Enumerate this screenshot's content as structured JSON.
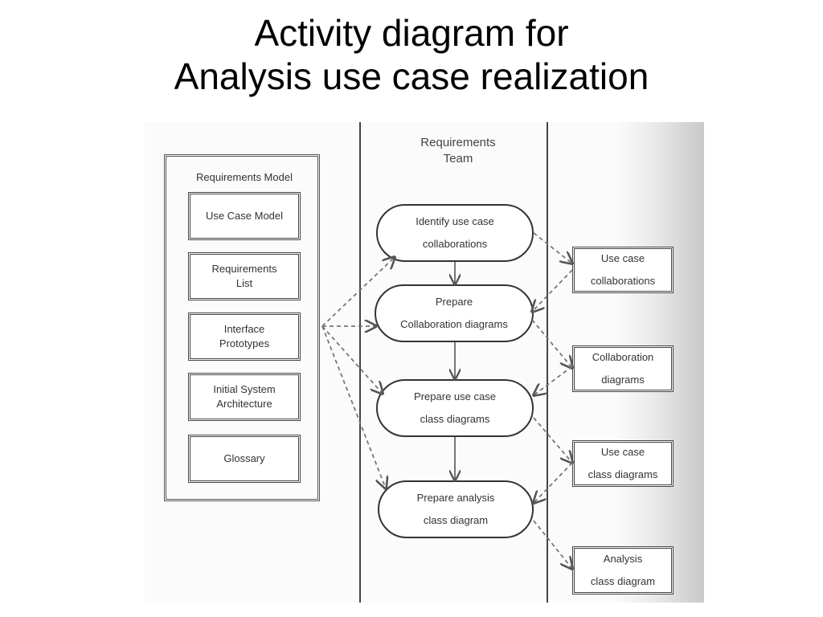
{
  "slide": {
    "title_line1": "Activity diagram for",
    "title_line2": "Analysis use case realization"
  },
  "diagram": {
    "model_frame_title": "Requirements Model",
    "model_items": [
      {
        "label": "Use Case Model"
      },
      {
        "label": "Requirements\nList"
      },
      {
        "label": "Interface\nPrototypes"
      },
      {
        "label": "Initial System\nArchitecture"
      },
      {
        "label": "Glossary"
      }
    ],
    "swimlane_title": "Requirements\nTeam",
    "activities": [
      {
        "label": "Identify use case\ncollaborations"
      },
      {
        "label": "Prepare\nCollaboration diagrams"
      },
      {
        "label": "Prepare use case\nclass diagrams"
      },
      {
        "label": "Prepare analysis\nclass diagram"
      }
    ],
    "outputs": [
      {
        "label": "Use case\ncollaborations"
      },
      {
        "label": "Collaboration\ndiagrams"
      },
      {
        "label": "Use case\nclass diagrams"
      },
      {
        "label": "Analysis\nclass diagram"
      }
    ],
    "colors": {
      "line": "#555555",
      "dashed": "#777777"
    }
  }
}
